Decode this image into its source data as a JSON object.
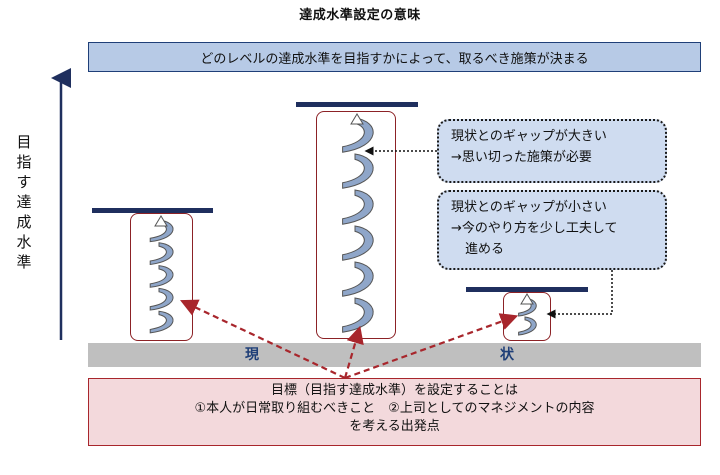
{
  "title": "達成水準設定の意味",
  "top_banner": "どのレベルの達成水準を目指すかによって、取るべき施策が決まる",
  "vertical_axis_label": [
    "目",
    "指",
    "す",
    "達",
    "成",
    "水",
    "準"
  ],
  "ground_labels": {
    "left": "現",
    "right": "状"
  },
  "callouts": [
    {
      "line1": "現状とのギャップが大きい",
      "line2": "→思い切った施策が必要"
    },
    {
      "line1": "現状とのギャップが小さい",
      "line2": "→今のやり方を少し工夫して",
      "line3": "進める"
    }
  ],
  "bottom_box": {
    "line1": "目標（目指す達成水準）を設定することは",
    "line2": "①本人が日常取り組むべきこと　②上司としてのマネジメントの内容",
    "line3": "を考える出発点"
  },
  "colors": {
    "navy": "#1f2f5e",
    "banner_bg": "#b7cae6",
    "callout_bg": "#cfdcf0",
    "ground": "#bfbfbf",
    "red": "#a8262c",
    "bottom_bg": "#f3d9dc"
  }
}
